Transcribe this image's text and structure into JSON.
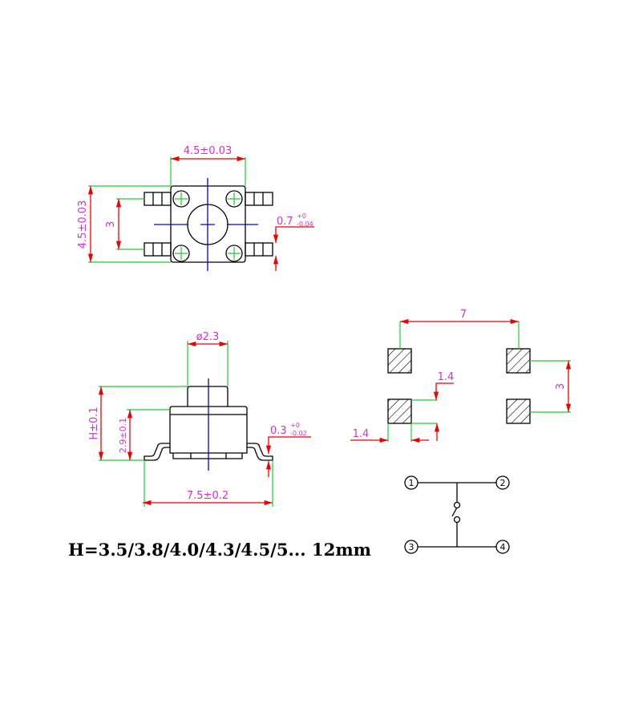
{
  "top_view": {
    "width": "4.5±0.03",
    "height": "4.5±0.03",
    "pin_pitch": "3",
    "pin_width": "0.7",
    "pin_width_tol_upper": "+0",
    "pin_width_tol_lower": "-0.04"
  },
  "side_view": {
    "cap_diameter": "ø2.3",
    "height": "H±0.1",
    "body_height": "2.9±0.1",
    "overall_length": "7.5±0.2",
    "lead_thickness": "0.3",
    "lead_tol_upper": "+0",
    "lead_tol_lower": "-0.02"
  },
  "pad_layout": {
    "pitch_x": "7",
    "pitch_y": "3",
    "pad_height": "1.4",
    "pad_width": "1.4"
  },
  "schematic": {
    "pins": [
      "1",
      "2",
      "3",
      "4"
    ]
  },
  "height_note": "H=3.5/3.8/4.0/4.3/4.5/5... 12mm",
  "colors": {
    "outline": "#000000",
    "dimension_text": "#cc33cc",
    "extension_line": "#22cc33",
    "dimension_line": "#ee0000",
    "center_line": "#0000dd"
  }
}
